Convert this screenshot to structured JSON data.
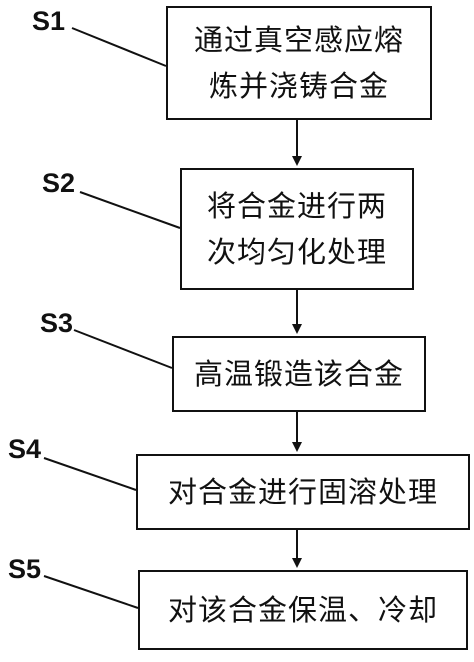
{
  "steps": [
    {
      "label": "S1",
      "lines": [
        "通过真空感应熔",
        "炼并浇铸合金"
      ]
    },
    {
      "label": "S2",
      "lines": [
        "将合金进行两",
        "次均匀化处理"
      ]
    },
    {
      "label": "S3",
      "lines": [
        "高温锻造该合金"
      ]
    },
    {
      "label": "S4",
      "lines": [
        "对合金进行固溶处理"
      ]
    },
    {
      "label": "S5",
      "lines": [
        "对该合金保温、冷却"
      ]
    }
  ],
  "colors": {
    "stroke": "#111111",
    "background": "#ffffff"
  }
}
